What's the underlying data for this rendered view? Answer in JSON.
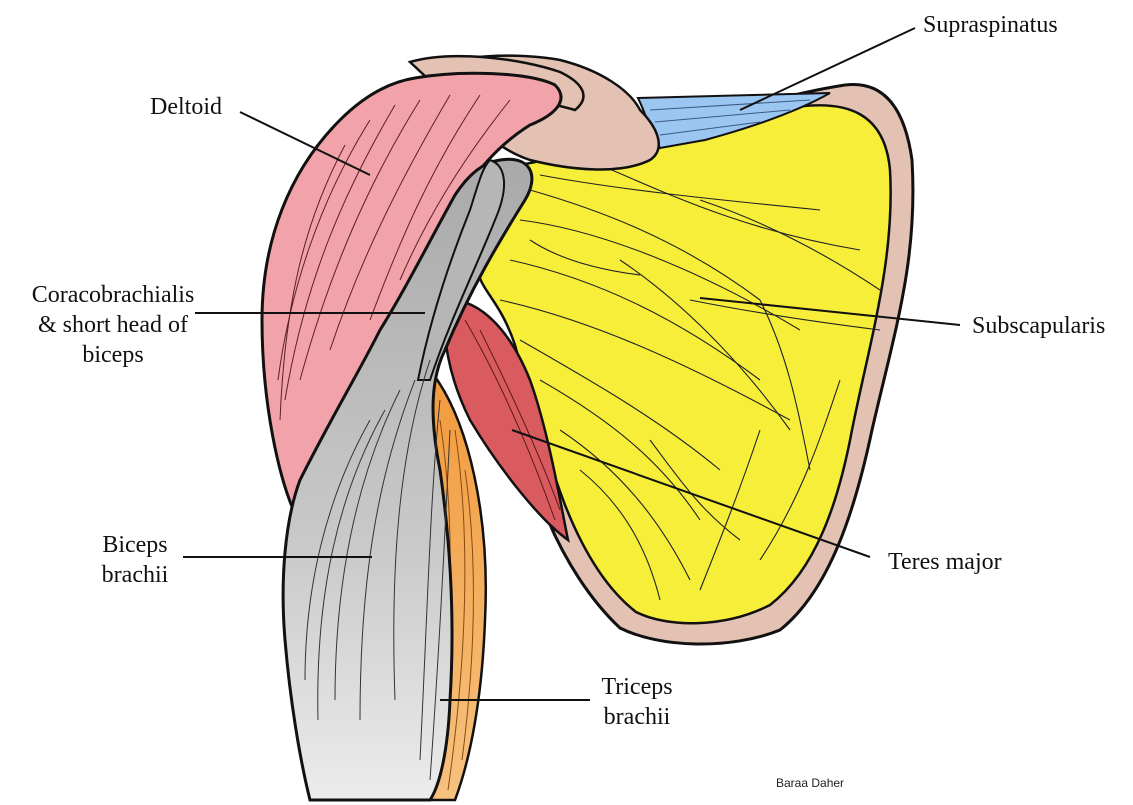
{
  "labels": {
    "supraspinatus": "Supraspinatus",
    "deltoid": "Deltoid",
    "coracobrachialis_line1": "Coracobrachialis",
    "coracobrachialis_line2": "& short head of",
    "coracobrachialis_line3": "biceps",
    "subscapularis": "Subscapularis",
    "biceps_line1": "Biceps",
    "biceps_line2": "brachii",
    "teres_major": "Teres major",
    "triceps_line1": "Triceps",
    "triceps_line2": "brachii"
  },
  "credit": "Baraa Daher",
  "colors": {
    "deltoid": "#f2a3a9",
    "supraspinatus": "#9cc6f2",
    "subscapularis": "#f7ee3a",
    "scapula_border": "#e3c2b4",
    "bone": "#e3c2b4",
    "biceps": "#bdbdbd",
    "teres_major": "#d95a5f",
    "coracobrachialis": "#c9302f",
    "triceps": "#f2a04a",
    "outline": "#111111"
  }
}
